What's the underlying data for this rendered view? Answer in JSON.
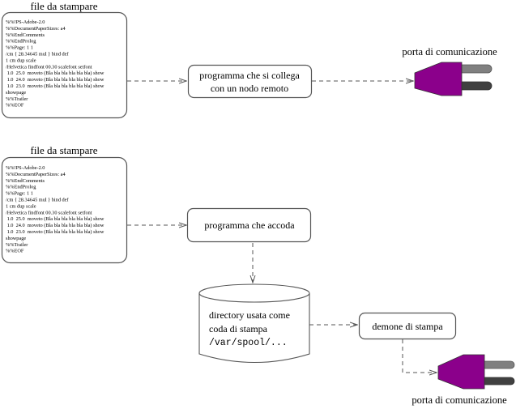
{
  "colors": {
    "plug_body": "#8b008b",
    "prong_light": "#808080",
    "prong_dark": "#404040",
    "stroke": "#555555"
  },
  "top": {
    "file_title": "file da stampare",
    "file_lines": [
      "%%!PS-Adobe-2.0",
      "%%DocumentPaperSizes: a4",
      "%%EndComments",
      "%%EndProlog",
      "%%Page: 1 1",
      "/cm { 28.34645 mul } bind def",
      "1 cm dup scale",
      "/Helvetica findfont 00.30 scalefont setfont",
      " 1.0  25.0  moveto (Bla bla bla bla bla bla) show",
      " 1.0  24.0  moveto (Bla bla bla bla bla bla) show",
      " 1.0  23.0  moveto (Bla bla bla bla bla bla) show",
      "showpage",
      "%%Trailer",
      "%%EOF"
    ],
    "program_lines": [
      "programma che si collega",
      "con un nodo remoto"
    ],
    "port_label": "porta di comunicazione"
  },
  "bottom": {
    "file_title": "file da stampare",
    "file_lines": [
      "%%!PS-Adobe-2.0",
      "%%DocumentPaperSizes: a4",
      "%%EndComments",
      "%%EndProlog",
      "%%Page: 1 1",
      "/cm { 28.34645 mul } bind def",
      "1 cm dup scale",
      "/Helvetica findfont 00.30 scalefont setfont",
      " 1.0  25.0  moveto (Bla bla bla bla bla bla) show",
      " 1.0  24.0  moveto (Bla bla bla bla bla bla) show",
      " 1.0  23.0  moveto (Bla bla bla bla bla bla) show",
      "showpage",
      "%%Trailer",
      "%%EOF"
    ],
    "program_label": "programma che accoda",
    "directory_lines": [
      "directory usata come",
      "coda di stampa"
    ],
    "directory_path": "/var/spool/...",
    "daemon_label": "demone di stampa",
    "port_label": "porta di comunicazione"
  }
}
